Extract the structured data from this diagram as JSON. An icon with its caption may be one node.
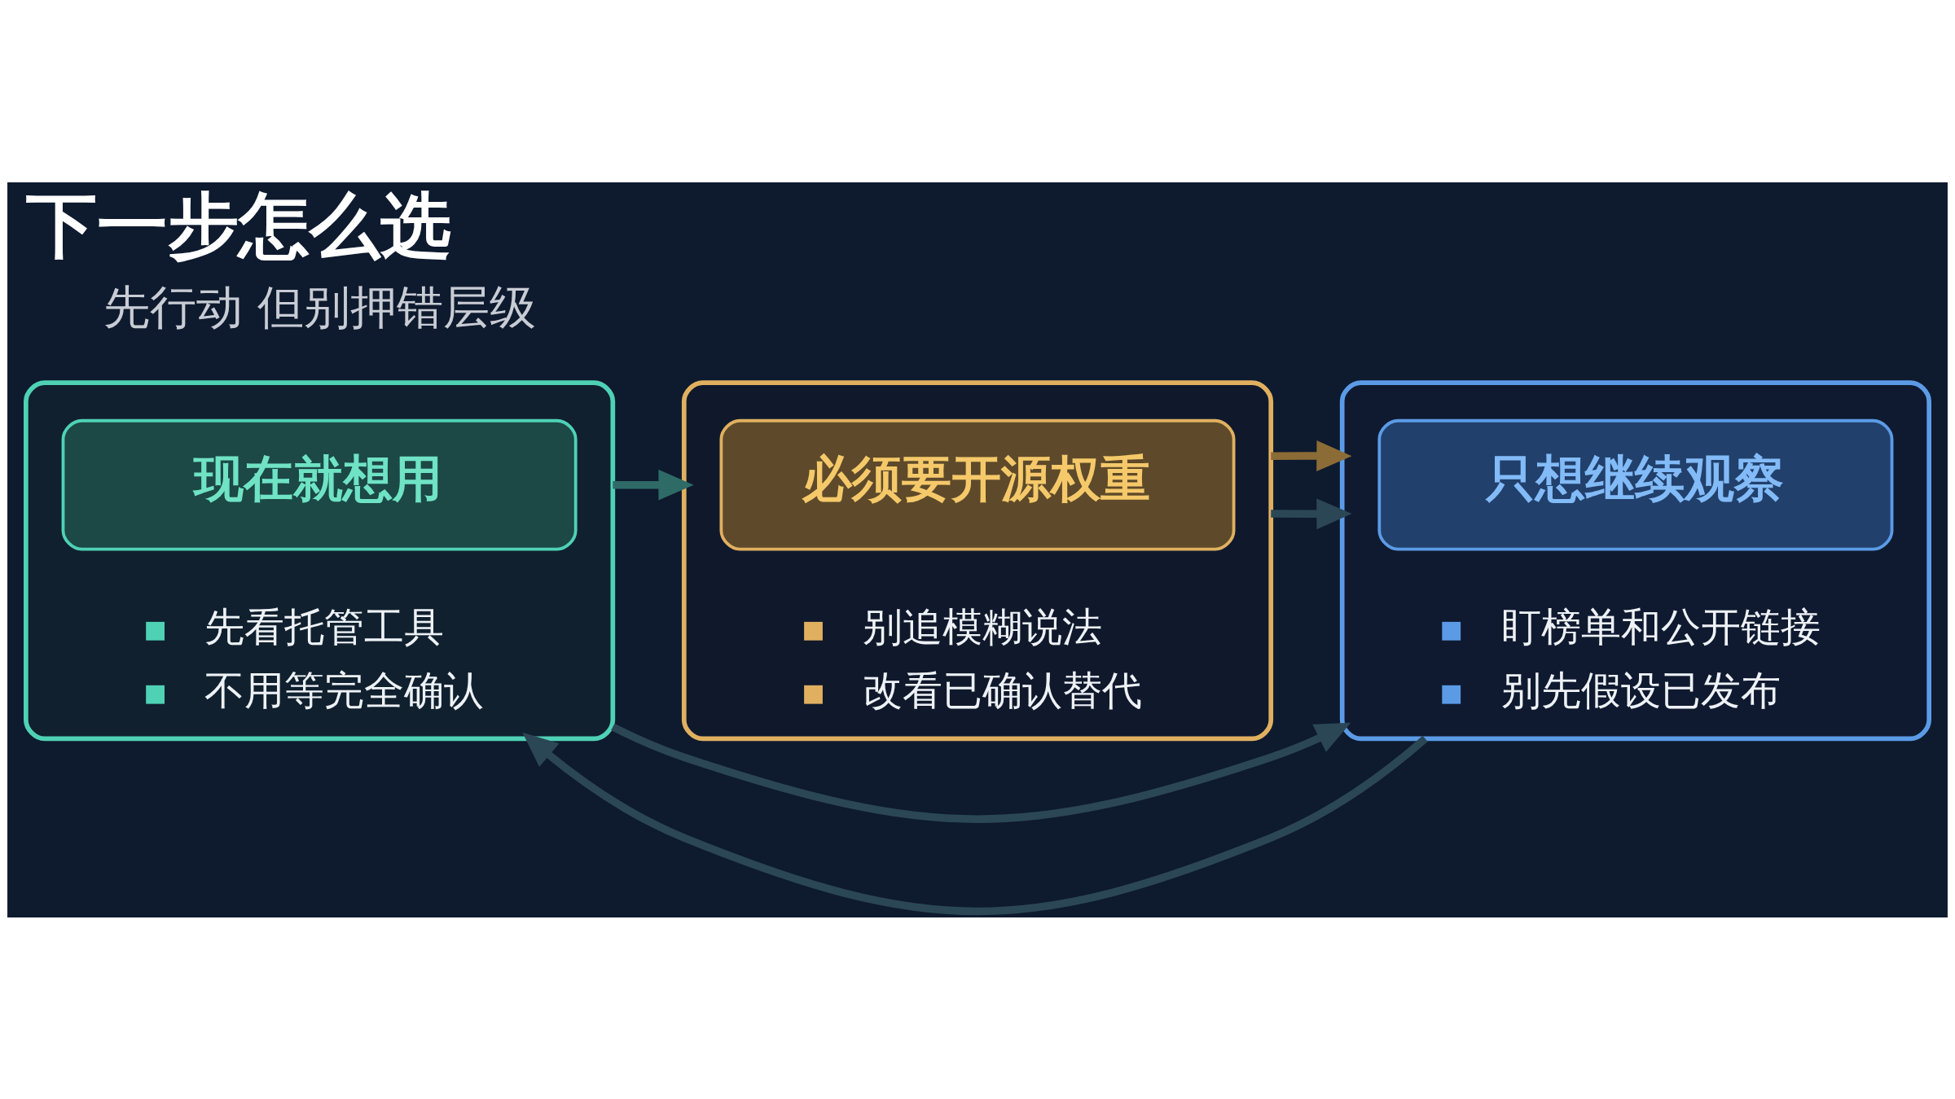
{
  "diagram": {
    "title": "下一步怎么选",
    "nodes": [
      {
        "text": [
          "先看托管工具",
          "不用等完全确认"
        ]
      },
      {
        "text": [
          "现在就想用"
        ],
        "in": 0
      },
      {
        "text": [
          "别追模糊说法",
          "改看已确认替代"
        ]
      },
      {
        "text": [
          "必须要开源权重"
        ],
        "in": 2
      },
      {
        "text": [
          "盯榜单和公开链接",
          "别先假设已发布"
        ]
      },
      {
        "text": [
          "只想继续观察"
        ],
        "in": 4
      }
    ],
    "edges": [
      {
        "from": 0,
        "to": 4,
        "arrow": "to"
      },
      {
        "from": 2,
        "to": 4,
        "arrow": "to"
      },
      {
        "from": 0,
        "to": 2,
        "arrow": "to",
        "color": "#2e6b66"
      },
      {
        "from": 2,
        "to": 4,
        "arrow": "to",
        "color": "#8c6c36"
      },
      {
        "from": 4,
        "to": 0,
        "arrow": "to"
      }
    ],
    "labels": [
      "先行动 但别押错层级"
    ]
  }
}
